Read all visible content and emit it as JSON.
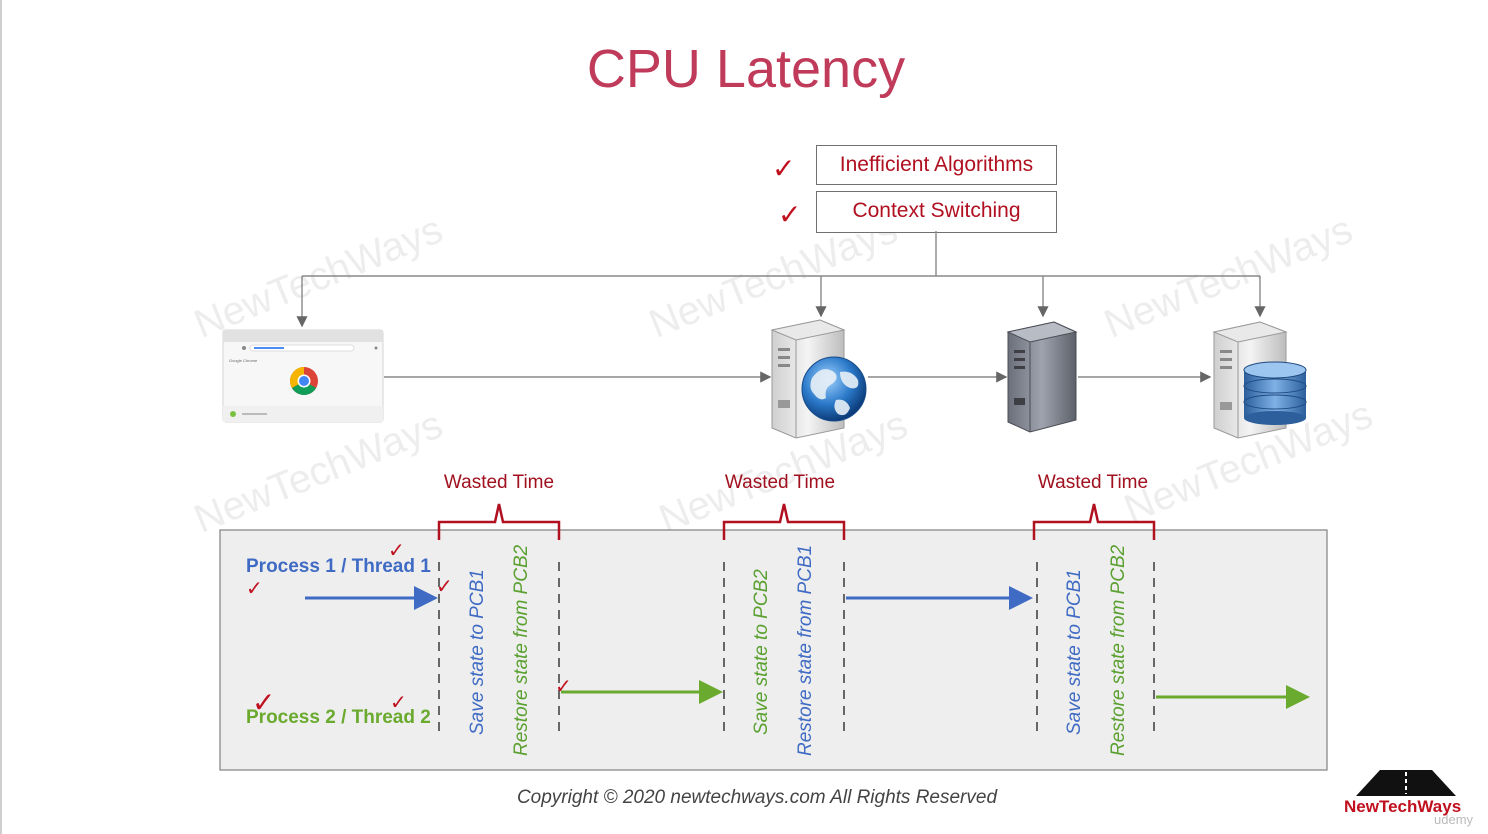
{
  "title": "CPU Latency",
  "causes": [
    {
      "label": "Inefficient Algorithms",
      "checked": true
    },
    {
      "label": "Context Switching",
      "checked": true
    }
  ],
  "nodes": [
    {
      "type": "browser",
      "label": "Google Chrome",
      "icon": "chrome-browser-icon"
    },
    {
      "type": "web-server",
      "icon": "web-server-icon"
    },
    {
      "type": "app-server",
      "icon": "app-server-icon"
    },
    {
      "type": "database-server",
      "icon": "database-server-icon"
    }
  ],
  "timeline": {
    "wasted_time_labels": [
      "Wasted Time",
      "Wasted Time",
      "Wasted Time"
    ],
    "process1": "Process 1 / Thread 1",
    "process2": "Process 2 / Thread 2",
    "switch_labels": [
      {
        "save": "Save state to PCB1",
        "restore": "Restore state from PCB2"
      },
      {
        "save": "Save state to PCB2",
        "restore": "Restore state from PCB1"
      },
      {
        "save": "Save state to PCB1",
        "restore": "Restore state from PCB2"
      }
    ]
  },
  "watermark": "NewTechWays",
  "copyright": "Copyright © 2020 newtechways.com All Rights Reserved",
  "logo": {
    "text": "NewTechWays",
    "platform": "udemy"
  },
  "colors": {
    "title": "#c03a5a",
    "accent_red": "#b01020",
    "process1_blue": "#3f6bc4",
    "process2_green": "#6aaa2e",
    "restore_green": "#5aa030",
    "timeline_bg": "#eeeeee"
  }
}
